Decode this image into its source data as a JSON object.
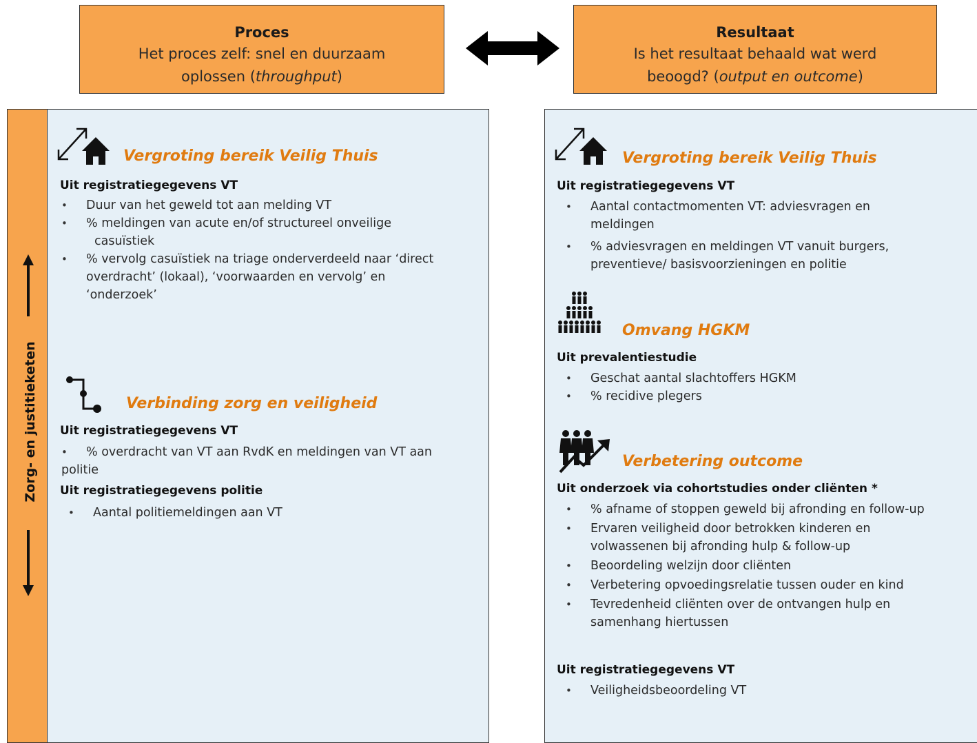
{
  "header": {
    "proces": {
      "title": "Proces",
      "line1": "Het proces zelf: snel en duurzaam",
      "line2_prefix": "oplossen (",
      "line2_italic": "throughput",
      "line2_suffix": ")"
    },
    "resultaat": {
      "title": "Resultaat",
      "line1": "Is het resultaat behaald wat werd",
      "line2_prefix": "beoogd? (",
      "line2_italic": "output en outcome",
      "line2_suffix": ")"
    }
  },
  "sidebar": {
    "label": "Zorg- en justitieketen"
  },
  "left_panel": {
    "bereik": {
      "title": "Vergroting bereik Veilig Thuis",
      "source": "Uit registratiegegevens VT",
      "items": [
        "Duur van het geweld tot aan melding VT",
        "% meldingen van acute en/of structureel onveilige",
        "casuïstiek",
        "% vervolg casuïstiek na triage onderverdeeld naar ‘direct",
        "overdracht’ (lokaal), ‘voorwaarden en vervolg’ en",
        "‘onderzoek’"
      ]
    },
    "verbinding": {
      "title": "Verbinding zorg en veiligheid",
      "source1": "Uit registratiegegevens VT",
      "items1": [
        "% overdracht van VT aan RvdK en meldingen van VT aan",
        "politie"
      ],
      "source2": "Uit registratiegegevens politie",
      "items2": [
        "Aantal politiemeldingen aan VT"
      ]
    }
  },
  "right_panel": {
    "bereik": {
      "title": "Vergroting bereik Veilig Thuis",
      "source": "Uit registratiegegevens VT",
      "items": [
        "Aantal contactmomenten VT: adviesvragen en",
        "meldingen",
        "% adviesvragen en meldingen VT vanuit burgers,",
        "preventieve/ basisvoorzieningen en politie"
      ]
    },
    "omvang": {
      "title": "Omvang HGKM",
      "source": "Uit prevalentiestudie",
      "items": [
        "Geschat aantal slachtoffers HGKM",
        "% recidive plegers"
      ]
    },
    "outcome": {
      "title": "Verbetering outcome",
      "source1": "Uit onderzoek via cohortstudies onder cliënten *",
      "items1": [
        "% afname of stoppen geweld bij afronding en follow-up",
        "Ervaren veiligheid door betrokken kinderen en",
        "volwassenen bij afronding hulp & follow-up",
        "Beoordeling welzijn door cliënten",
        "Verbetering opvoedingsrelatie tussen ouder en kind",
        "Tevredenheid cliënten over de ontvangen hulp en",
        "samenhang hiertussen"
      ],
      "source2": "Uit registratiegegevens VT",
      "items2": [
        "Veiligheidsbeoordeling VT"
      ]
    }
  },
  "colors": {
    "orange_box": "#f7a44d",
    "panel_bg": "#e6f0f7",
    "title_orange": "#e07b10"
  },
  "icons": [
    "expand-home-icon",
    "connection-path-icon",
    "crowd-icon",
    "people-growth-icon",
    "double-arrow-icon"
  ]
}
